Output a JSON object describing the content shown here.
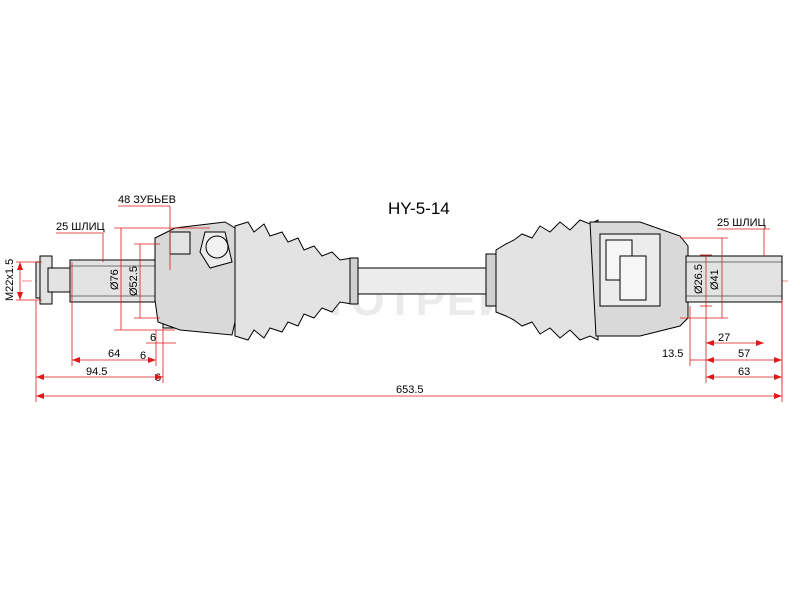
{
  "part_number": "HY-5-14",
  "watermark": "ABTOTPEЙД",
  "colors": {
    "line": "#e01818",
    "part_fill": "#e3e3e3",
    "part_stroke": "#000000"
  },
  "left": {
    "spline_label": "25 ШЛИЦ",
    "teeth_label": "48 ЗУБЬЕВ",
    "thread": "M22x1.5",
    "d_large": "Ø76",
    "d_small": "Ø52.5",
    "dim_6a": "6",
    "dim_6b": "6",
    "dim_6c": "6",
    "dim_64": "64",
    "dim_94_5": "94.5"
  },
  "right": {
    "spline_label": "25 ШЛИЦ",
    "d_small": "Ø26.5",
    "d_large": "Ø41",
    "dim_13_5": "13.5",
    "dim_27": "27",
    "dim_57": "57",
    "dim_63": "63"
  },
  "overall_length": "653.5"
}
